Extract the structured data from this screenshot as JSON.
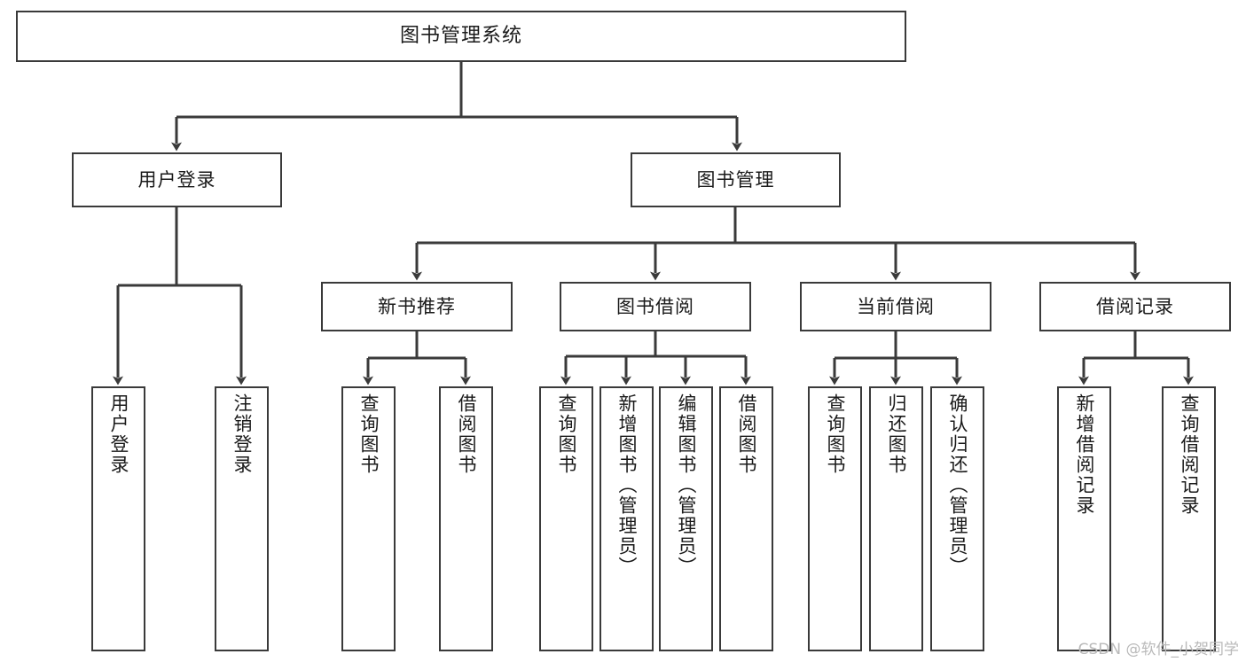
{
  "diagram": {
    "title": "图书管理系统",
    "type": "tree-hierarchy-chart",
    "watermark": "CSDN @软件_小贺同学",
    "colors": {
      "box_border": "#3a3a3a",
      "box_fill": "#ffffff",
      "edge": "#3a3a3a",
      "text": "#1a1a1a",
      "watermark": "#b9b9b9",
      "background": "#ffffff"
    },
    "nodes": {
      "root": {
        "label": "图书管理系统",
        "orientation": "horizontal"
      },
      "level2": [
        {
          "id": "user-login",
          "label": "用户登录",
          "orientation": "horizontal"
        },
        {
          "id": "book-manage",
          "label": "图书管理",
          "orientation": "horizontal"
        }
      ],
      "level3": [
        {
          "id": "new-book-recommend",
          "label": "新书推荐",
          "orientation": "horizontal"
        },
        {
          "id": "book-borrow",
          "label": "图书借阅",
          "orientation": "horizontal"
        },
        {
          "id": "current-borrow",
          "label": "当前借阅",
          "orientation": "horizontal"
        },
        {
          "id": "borrow-record",
          "label": "借阅记录",
          "orientation": "horizontal"
        }
      ],
      "leaves": [
        {
          "id": "leaf-user-login",
          "label": "用户登录",
          "parent": "user-login",
          "orientation": "vertical"
        },
        {
          "id": "leaf-logout",
          "label": "注销登录",
          "parent": "user-login",
          "orientation": "vertical"
        },
        {
          "id": "leaf-query-book-1",
          "label": "查询图书",
          "parent": "new-book-recommend",
          "orientation": "vertical"
        },
        {
          "id": "leaf-borrow-book-1",
          "label": "借阅图书",
          "parent": "new-book-recommend",
          "orientation": "vertical"
        },
        {
          "id": "leaf-query-book-2",
          "label": "查询图书",
          "parent": "book-borrow",
          "orientation": "vertical"
        },
        {
          "id": "leaf-add-book",
          "label": "新增图书（管理员）",
          "parent": "book-borrow",
          "orientation": "vertical"
        },
        {
          "id": "leaf-edit-book",
          "label": "编辑图书（管理员）",
          "parent": "book-borrow",
          "orientation": "vertical"
        },
        {
          "id": "leaf-borrow-book-2",
          "label": "借阅图书",
          "parent": "book-borrow",
          "orientation": "vertical"
        },
        {
          "id": "leaf-query-book-3",
          "label": "查询图书",
          "parent": "current-borrow",
          "orientation": "vertical"
        },
        {
          "id": "leaf-return-book",
          "label": "归还图书",
          "parent": "current-borrow",
          "orientation": "vertical"
        },
        {
          "id": "leaf-confirm-return",
          "label": "确认归还（管理员）",
          "parent": "current-borrow",
          "orientation": "vertical"
        },
        {
          "id": "leaf-add-record",
          "label": "新增借阅记录",
          "parent": "borrow-record",
          "orientation": "vertical"
        },
        {
          "id": "leaf-query-record",
          "label": "查询借阅记录",
          "parent": "borrow-record",
          "orientation": "vertical"
        }
      ]
    }
  }
}
